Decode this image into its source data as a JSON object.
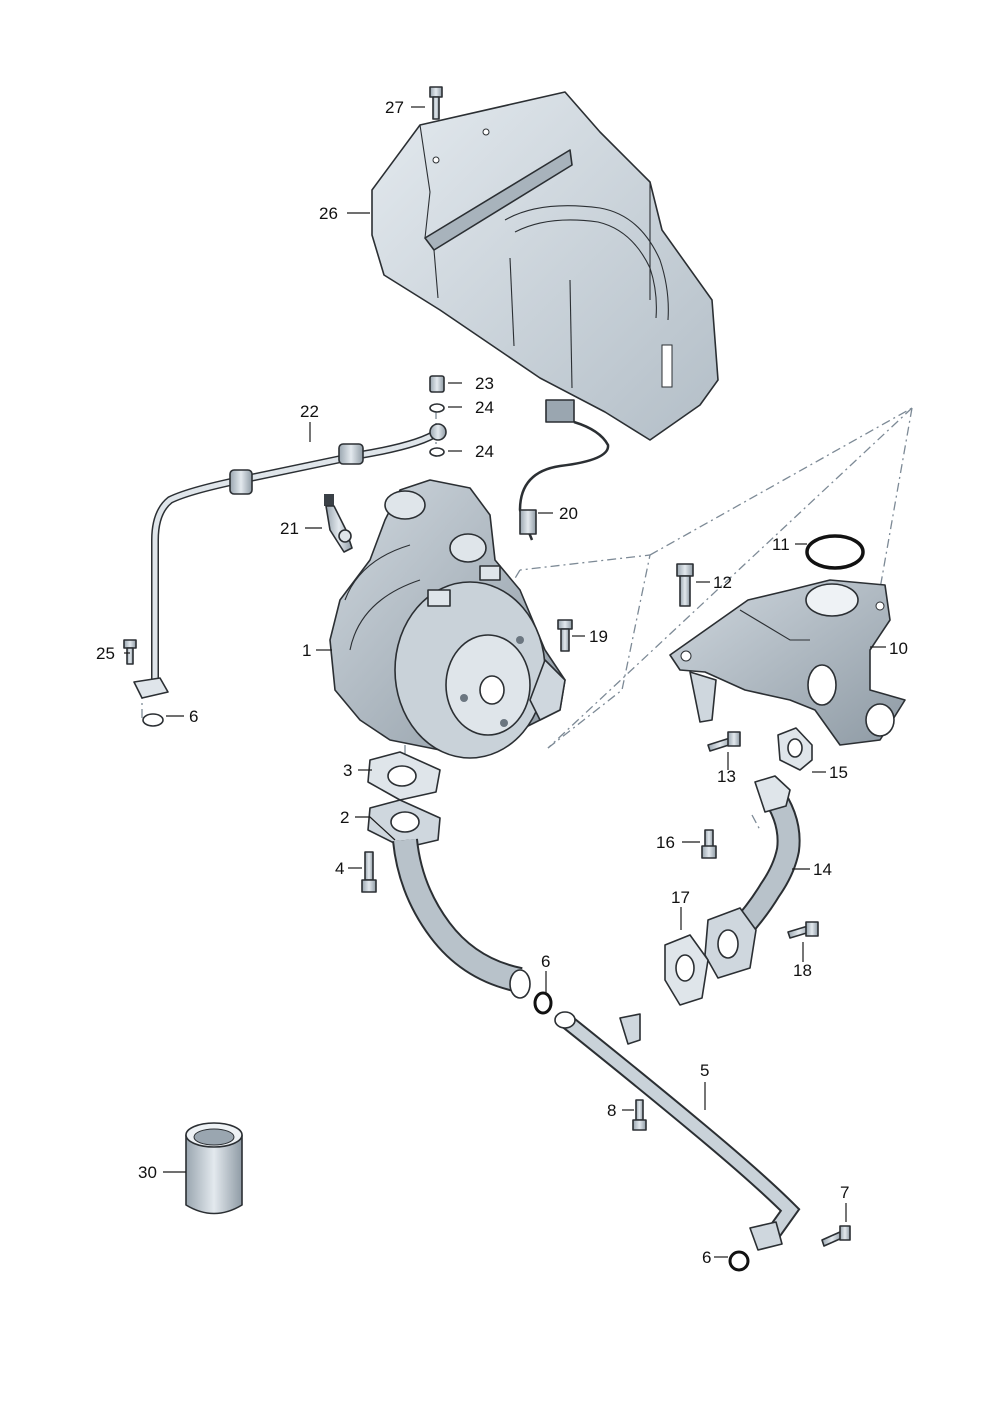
{
  "colors": {
    "part_fill": "#d9e0e6",
    "part_shade": "#a9b4bd",
    "part_dark": "#7f8b95",
    "outline": "#2b2f33",
    "callout_text": "#111111"
  },
  "callouts": {
    "c1": "1",
    "c2": "2",
    "c3": "3",
    "c4": "4",
    "c5": "5",
    "c6a": "6",
    "c6b": "6",
    "c6c": "6",
    "c7": "7",
    "c8": "8",
    "c10": "10",
    "c11": "11",
    "c12": "12",
    "c13": "13",
    "c14": "14",
    "c15": "15",
    "c16": "16",
    "c17": "17",
    "c18": "18",
    "c19": "19",
    "c20": "20",
    "c21": "21",
    "c22": "22",
    "c23": "23",
    "c24a": "24",
    "c24b": "24",
    "c25": "25",
    "c26": "26",
    "c27": "27",
    "c30": "30"
  }
}
